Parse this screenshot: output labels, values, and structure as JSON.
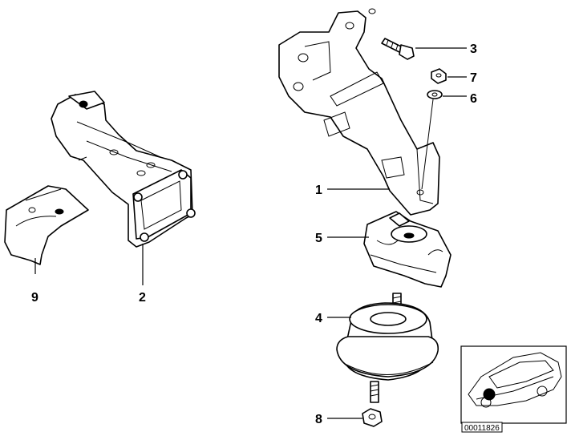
{
  "diagram": {
    "callouts": [
      {
        "id": "label-1",
        "text": "1"
      },
      {
        "id": "label-2",
        "text": "2"
      },
      {
        "id": "label-3",
        "text": "3"
      },
      {
        "id": "label-4",
        "text": "4"
      },
      {
        "id": "label-5",
        "text": "5"
      },
      {
        "id": "label-6",
        "text": "6"
      },
      {
        "id": "label-7",
        "text": "7"
      },
      {
        "id": "label-8",
        "text": "8"
      },
      {
        "id": "label-9",
        "text": "9"
      }
    ],
    "thumbnail": {
      "diagram_number": "00011826"
    },
    "colors": {
      "line": "#000000",
      "background": "#ffffff"
    }
  }
}
